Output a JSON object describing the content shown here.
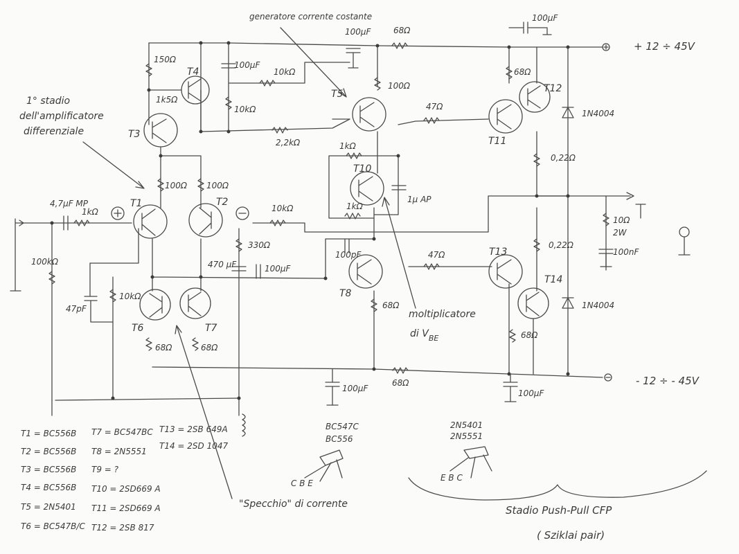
{
  "notes": {
    "generator": "generatore corrente costante",
    "stage1_line1": "1° stadio",
    "stage1_line2": "dell'amplificatore",
    "stage1_line3": "differenziale",
    "mirror": "\"Specchio\" di corrente",
    "vbe_line1": "moltiplicatore",
    "vbe_line2": "di V",
    "vbe_sub": "BE",
    "title_line1": "Stadio Push-Pull CFP",
    "title_line2": "( Sziklai pair)"
  },
  "rails": {
    "positive": "+ 12 ÷ 45V",
    "negative": "- 12 ÷ - 45V"
  },
  "transistors": {
    "t1": "T1",
    "t2": "T2",
    "t3": "T3",
    "t4": "T4",
    "t5": "T5",
    "t6": "T6",
    "t7": "T7",
    "t8": "T8",
    "t10": "T10",
    "t11": "T11",
    "t12": "T12",
    "t13": "T13",
    "t14": "T14"
  },
  "components": {
    "r_150": "150Ω",
    "r_1k5": "1k5Ω",
    "c_100u_a": "100µF",
    "r_10k_a": "10kΩ",
    "r_10k_b": "10kΩ",
    "r_2k2": "2,2kΩ",
    "c_100u_top": "100µF",
    "r_68_top": "68Ω",
    "r_100_t5": "100Ω",
    "c_100u_t12": "100µF",
    "r_68_t12": "68Ω",
    "r_47_a": "47Ω",
    "d_1": "1N4004",
    "r_022_a": "0,22Ω",
    "r_1k_a": "1kΩ",
    "r_1k_b": "1kΩ",
    "c_1u": "1µ AP",
    "r_100_t1": "100Ω",
    "r_100_t2": "100Ω",
    "c_47u_in": "4,7µF MP",
    "r_1k_in": "1kΩ",
    "r_10k_fb": "10kΩ",
    "r_100k": "100kΩ",
    "c_47p": "47pF",
    "r_10k_c": "10kΩ",
    "r_330": "330Ω",
    "c_470u": "470 µF",
    "c_100u_b": "100µF",
    "c_100p": "100pF",
    "r_68_t8": "68Ω",
    "r_47_b": "47Ω",
    "r_022_b": "0,22Ω",
    "d_2": "1N4004",
    "r_68_t14": "68Ω",
    "r_68_t6": "68Ω",
    "r_68_t7": "68Ω",
    "c_100u_bot": "100µF",
    "r_68_bot": "68Ω",
    "c_100u_bot2": "100µF",
    "r_10_out": "10Ω",
    "r_2w": "2W",
    "c_100n_out": "100nF"
  },
  "packages": {
    "to92_line1": "BC547C",
    "to92_line2": "BC556",
    "to92_pins": "C    B    E",
    "big_line1": "2N5401",
    "big_line2": "2N5551",
    "big_pins": "E    B    C"
  },
  "bom": [
    "T1 = BC556B",
    "T2 = BC556B",
    "T3 = BC556B",
    "T4 = BC556B",
    "T5 = 2N5401",
    "T6 = BC547B/C",
    "T7 = BC547BC",
    "T8 = 2N5551",
    "T9 = ?",
    "T10 = 2SD669 A",
    "T11 = 2SD669 A",
    "T12 = 2SB 817",
    "T13 = 2SB 649A",
    "T14 = 2SD 1047"
  ]
}
